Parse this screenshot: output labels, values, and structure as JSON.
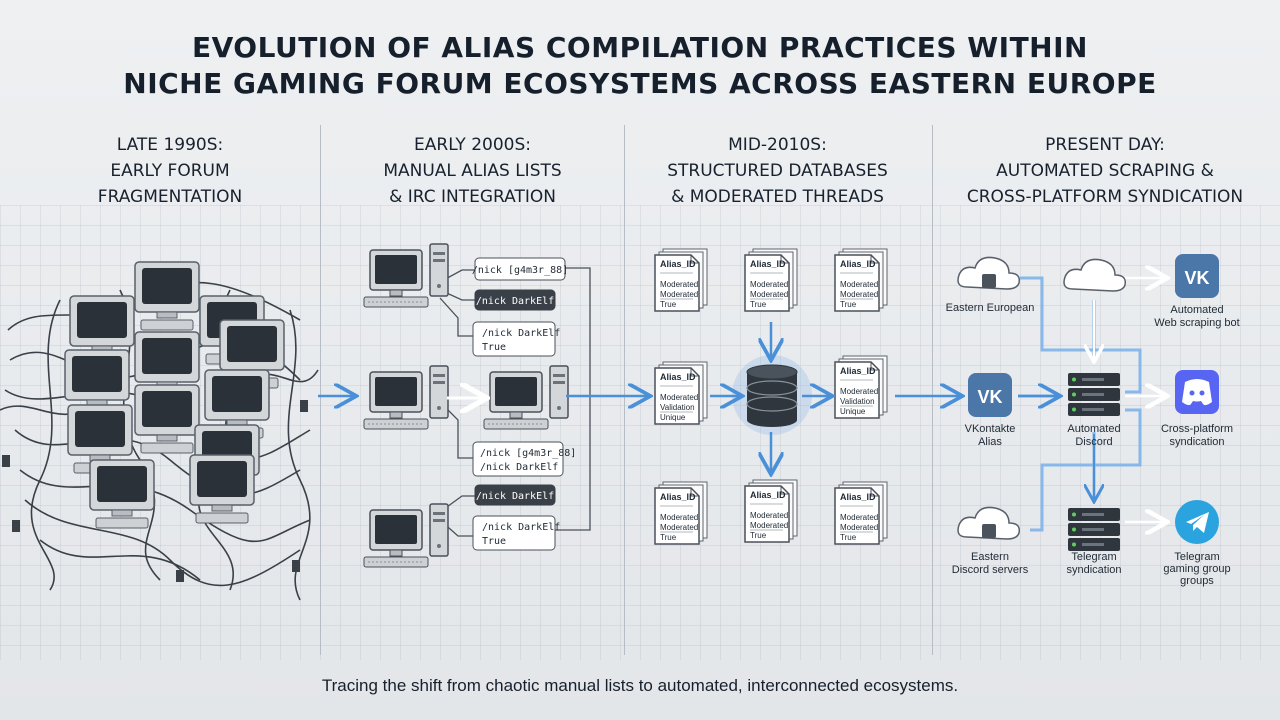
{
  "title_line1": "EVOLUTION OF ALIAS COMPILATION PRACTICES WITHIN",
  "title_line2": "NICHE GAMING FORUM ECOSYSTEMS ACROSS EASTERN EUROPE",
  "columns": [
    {
      "line1": "LATE 1990s:",
      "line2": "EARLY FORUM",
      "line3": "FRAGMENTATION"
    },
    {
      "line1": "EARLY 2000s:",
      "line2": "MANUAL ALIAS LISTS",
      "line3": "& IRC INTEGRATION"
    },
    {
      "line1": "MID-2010s:",
      "line2": "STRUCTURED DATABASES",
      "line3": "& MODERATED THREADS"
    },
    {
      "line1": "PRESENT DAY:",
      "line2": "AUTOMATED SCRAPING &",
      "line3": "CROSS-PLATFORM SYNDICATION"
    }
  ],
  "irc": {
    "bubble1": "/nick [g4m3r_88]",
    "bubble2": "/nick DarkElf",
    "bubble3_line1": "/nick DarkElf",
    "bubble3_line2": "True",
    "bubble4_line1": "/nick [g4m3r_88]",
    "bubble4_line2": "/nick DarkElf",
    "bubble5": "/nick DarkElf",
    "bubble6_line1": "/nick DarkElf",
    "bubble6_line2": "True"
  },
  "docs": {
    "header": "Alias_ID",
    "line1": "Moderated",
    "line2": "Moderated",
    "line3": "True",
    "alt_line2": "Validation",
    "alt_line3": "Unique"
  },
  "present": {
    "cloud_top_left": "Eastern European",
    "vk_label_1": "VKontakte",
    "vk_label_2": "Alias",
    "server_mid_1": "Automated",
    "server_mid_2": "Discord",
    "cloud_bottom_1": "Eastern",
    "cloud_bottom_2": "Discord servers",
    "server_bottom_1": "Telegram",
    "server_bottom_2": "syndication",
    "vk_top_1": "Automated",
    "vk_top_2": "Web scraping bot",
    "discord_1": "Cross-platform",
    "discord_2": "syndication",
    "telegram_1": "Telegram",
    "telegram_2": "gaming group",
    "telegram_3": "groups",
    "vk_glyph": "VK"
  },
  "subtitle": "Tracing the shift from chaotic manual lists to automated, interconnected ecosystems.",
  "colors": {
    "accent": "#4a90d9",
    "vk": "#4a76a8",
    "discord": "#5865f2",
    "telegram": "#2aa3df",
    "screen": "#2b3138"
  }
}
